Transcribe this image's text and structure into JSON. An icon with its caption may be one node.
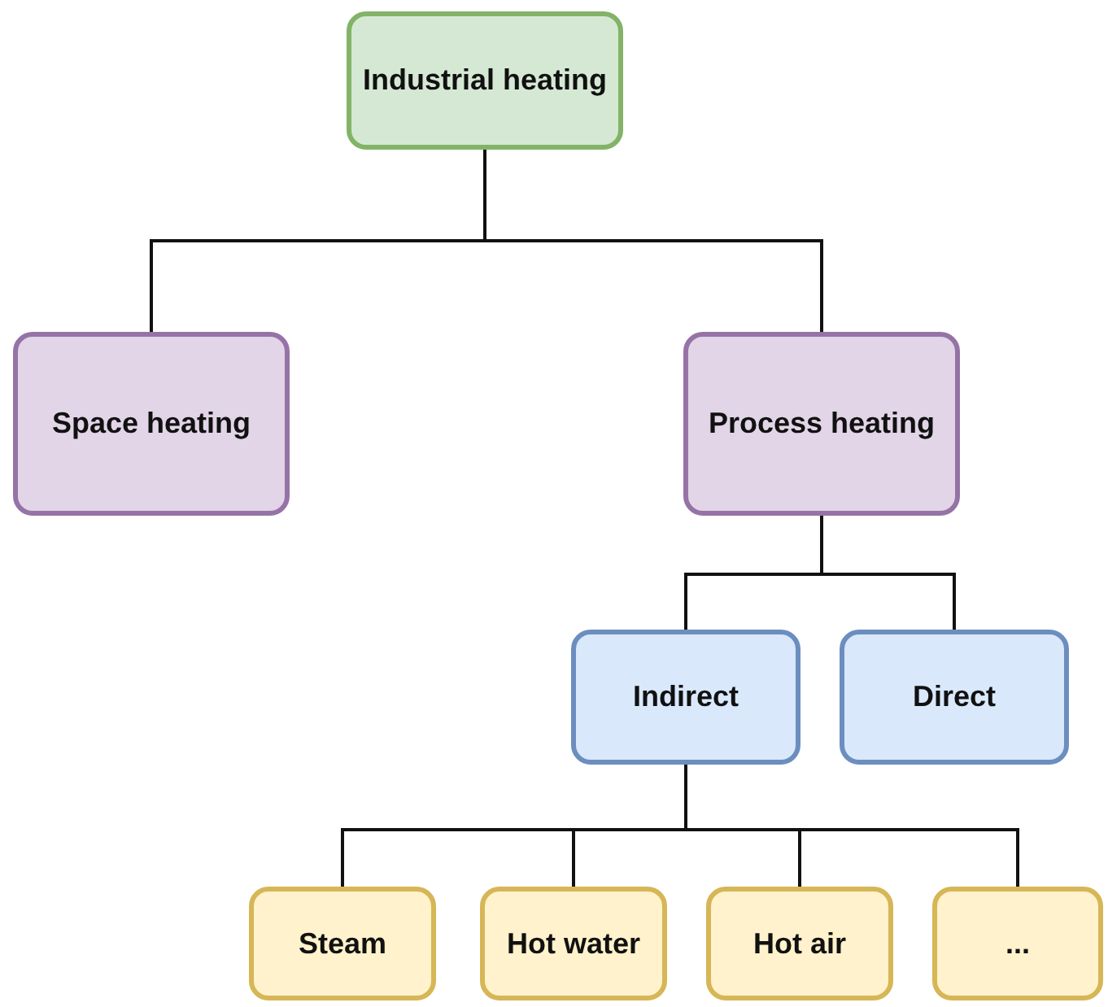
{
  "diagram": {
    "nodes": [
      {
        "text": [
          "Industrial heating"
        ]
      },
      {
        "text": [
          "Space heating"
        ]
      },
      {
        "text": [
          "Process heating"
        ]
      },
      {
        "text": [
          "Indirect"
        ]
      },
      {
        "text": [
          "Direct"
        ]
      },
      {
        "text": [
          "Steam"
        ]
      },
      {
        "text": [
          "Hot water"
        ]
      },
      {
        "text": [
          "Hot air"
        ]
      },
      {
        "text": [
          "..."
        ]
      }
    ],
    "edges": [
      {
        "from": 0,
        "to": 1,
        "arrow": "none"
      },
      {
        "from": 0,
        "to": 2,
        "arrow": "none"
      },
      {
        "from": 2,
        "to": 3,
        "arrow": "none"
      },
      {
        "from": 2,
        "to": 4,
        "arrow": "none"
      },
      {
        "from": 3,
        "to": 5,
        "arrow": "none"
      },
      {
        "from": 3,
        "to": 6,
        "arrow": "none"
      },
      {
        "from": 3,
        "to": 7,
        "arrow": "none"
      },
      {
        "from": 3,
        "to": 8,
        "arrow": "none"
      }
    ]
  }
}
